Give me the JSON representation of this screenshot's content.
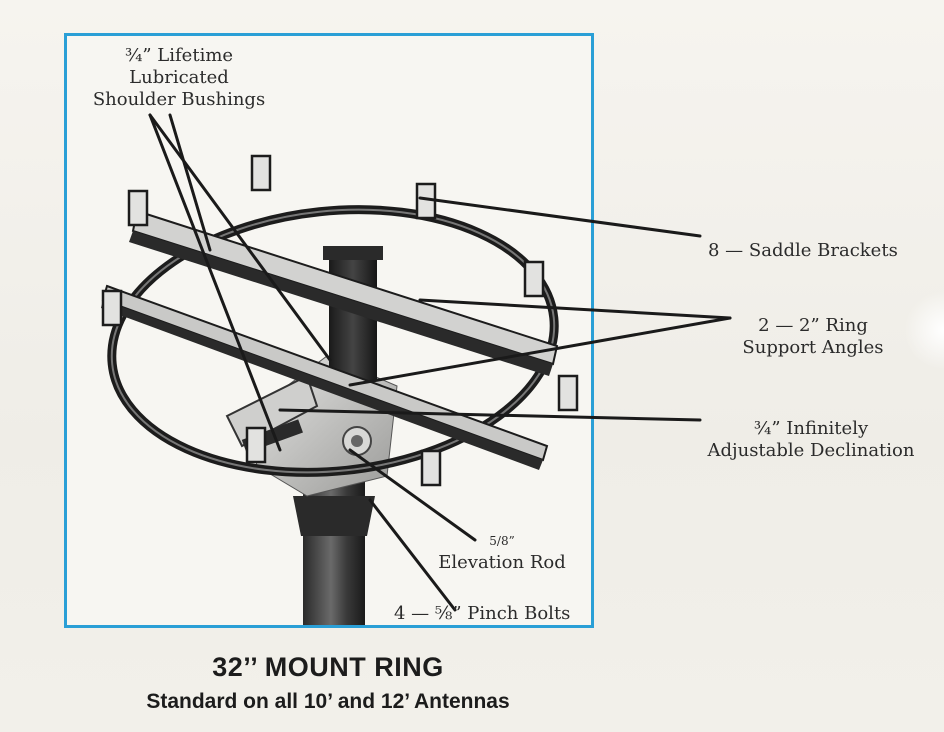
{
  "callouts": {
    "bushings": {
      "line1": "¾” Lifetime",
      "line2": "Lubricated",
      "line3": "Shoulder Bushings"
    },
    "saddle": {
      "line1": "8 — Saddle Brackets"
    },
    "ring_support": {
      "line1": "2 — 2” Ring",
      "line2": "Support Angles"
    },
    "declination": {
      "line1": "¾” Infinitely",
      "line2": "Adjustable Declination"
    },
    "elevation": {
      "fraction": "5/8”",
      "line1": "Elevation Rod"
    },
    "pinch": {
      "line1": "4 — ⅝” Pinch Bolts"
    }
  },
  "caption": {
    "title": "32’’ MOUNT RING",
    "subtitle": "Standard on all 10’ and 12’ Antennas"
  },
  "colors": {
    "frame_border": "#2a9fd6",
    "text": "#2b2b2b",
    "metal_dark": "#1e1e1e",
    "metal_light": "#bdbdbd"
  }
}
